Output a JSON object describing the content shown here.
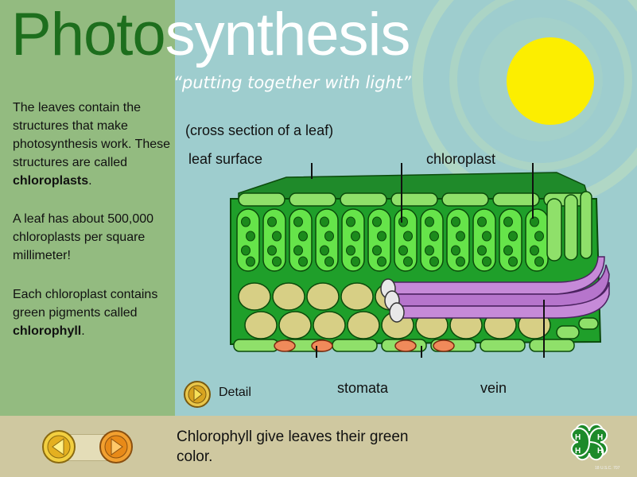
{
  "title": {
    "part1": "Photo",
    "part2": "synthesis"
  },
  "subtitle": "“putting together with light”",
  "left_text": {
    "p1_a": "The leaves contain the structures that make photosynthesis work. These structures are called ",
    "p1_bold": "chloroplasts",
    "p1_end": ".",
    "p2": "A leaf has about 500,000 chloroplasts per square millimeter!",
    "p3_a": "Each chloroplast contains green pigments called ",
    "p3_bold": "chlorophyll",
    "p3_end": "."
  },
  "diagram": {
    "heading": "(cross section of a leaf)",
    "labels": {
      "leaf_surface": "leaf surface",
      "chloroplast": "chloroplast",
      "stomata": "stomata",
      "vein": "vein"
    }
  },
  "detail_button": {
    "label": "Detail"
  },
  "caption": "Chlorophyll give leaves their green color.",
  "logo": {
    "icon": "4h-clover-icon",
    "copyright": "18 U.S.C. 707"
  },
  "icons": {
    "back": "back-arrow-icon",
    "forward": "forward-arrow-icon",
    "detail": "detail-arrow-icon",
    "sun": "sun-icon"
  },
  "colors": {
    "left_panel": "#93bb80",
    "main_panel": "#9ecdce",
    "bottom_bar": "#cfc8a0",
    "title_dark": "#1d6e1d",
    "sun": "#fcee00",
    "palisade": "#66e44a",
    "chloroplast": "#1c8a1c",
    "spongy": "#d7cf85",
    "stomata": "#f08a5a",
    "vein": "#c68ad8"
  }
}
